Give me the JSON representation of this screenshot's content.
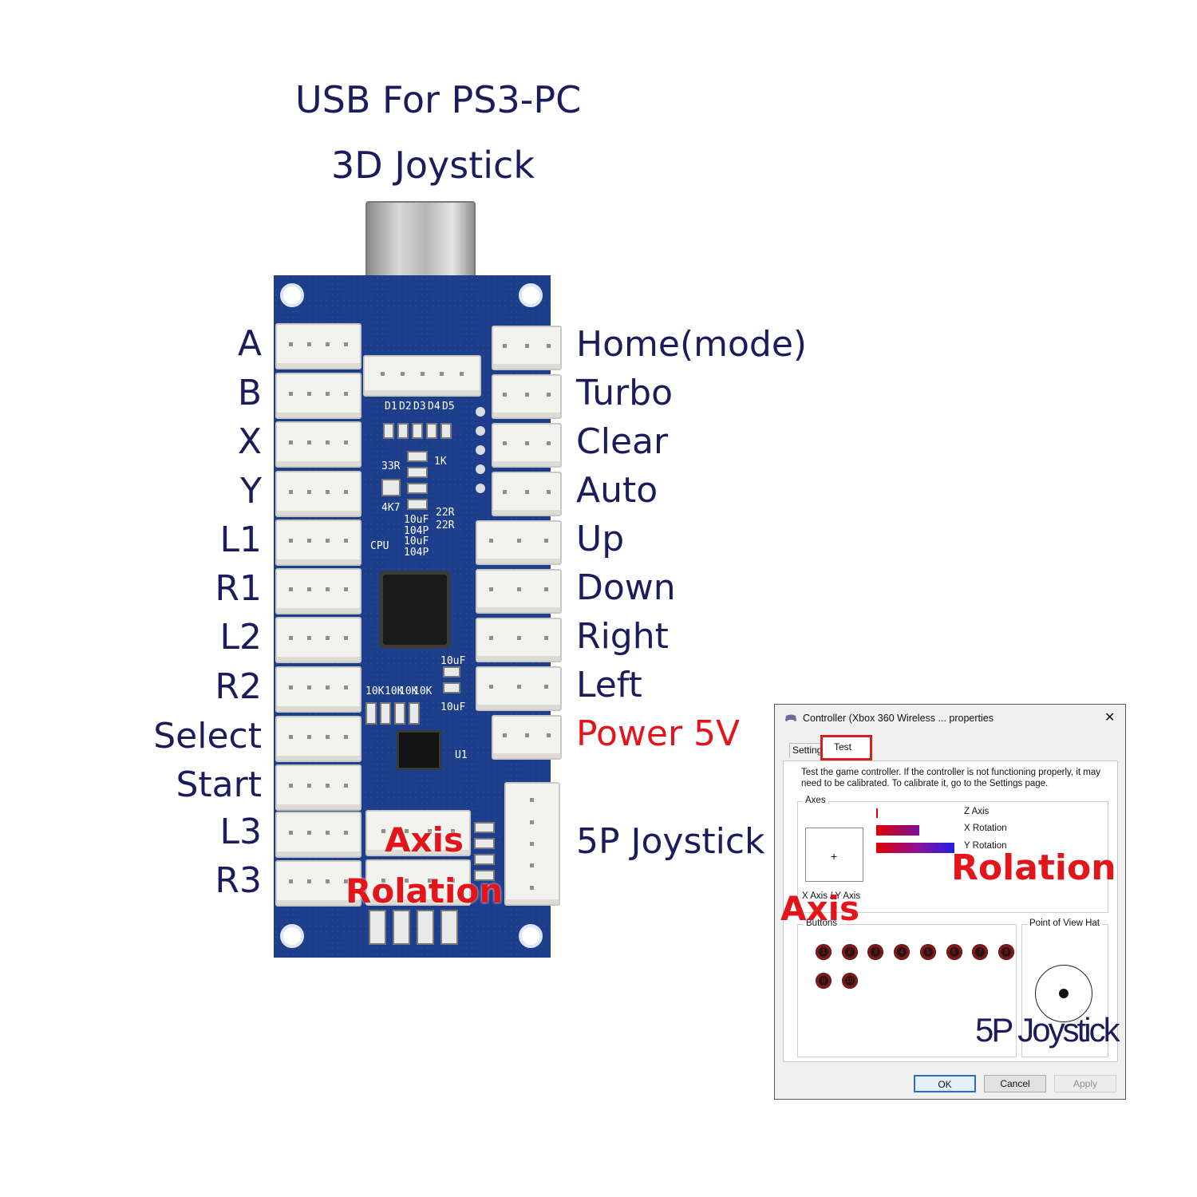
{
  "titles": [
    "USB For PS3-PC",
    "3D Joystick"
  ],
  "left_labels": [
    "A",
    "B",
    "X",
    "Y",
    "L1",
    "R1",
    "L2",
    "R2",
    "Select",
    "Start",
    "L3",
    "R3"
  ],
  "right_labels": [
    "Home(mode)",
    "Turbo",
    "Clear",
    "Auto",
    "Up",
    "Down",
    "Right",
    "Left",
    "Power 5V"
  ],
  "right_label_5p": "5P Joystick",
  "board_overlays": {
    "axis": "Axis",
    "rotation": "Rolation"
  },
  "silk": {
    "d1": "D1",
    "d2": "D2",
    "d3": "D3",
    "d4": "D4",
    "d5": "D5",
    "r33": "33R",
    "r4k7": "4K7",
    "r1k": "1K",
    "r22a": "22R",
    "r22b": "22R",
    "cap_stack": "10uF\n104P\n10uF\n104P",
    "cpu": "CPU",
    "c10uf_top": "10uF",
    "c10uf_bot": "10uF",
    "r10k_a": "10K",
    "r10k_b": "10K",
    "r10k_c": "10K",
    "r10k_d": "10K",
    "u1": "U1"
  },
  "dialog": {
    "title": "Controller (Xbox 360 Wireless ... properties",
    "close": "✕",
    "tabs": [
      "Setting",
      "Test"
    ],
    "description_line1": "Test the game controller.  If the controller is not functioning properly, it may",
    "description_line2": "need to be calibrated.  To calibrate it, go to the Settings page.",
    "axes_group": "Axes",
    "z_axis": "Z Axis",
    "x_rotation": "X Rotation",
    "y_rotation": "Y Rotation",
    "xy_axis_caption": "X Axis / Y Axis",
    "crosshair": "+",
    "buttons_group": "Buttons",
    "button_numbers": [
      "1",
      "2",
      "3",
      "4",
      "5",
      "6",
      "7",
      "8",
      "9",
      "10"
    ],
    "pov_group": "Point of View Hat",
    "ok": "OK",
    "cancel": "Cancel",
    "apply": "Apply",
    "axes_state": {
      "z_axis": 0.02,
      "x_rotation": 0.55,
      "y_rotation": 1.0
    }
  },
  "dialog_overlays": {
    "rotation": "Rolation",
    "axis": "Axis",
    "joystick": "5P Joystick"
  },
  "colors": {
    "label_navy": "#1c1c5c",
    "highlight_red": "#e3151a",
    "pcb_blue": "#1d3e8a"
  }
}
